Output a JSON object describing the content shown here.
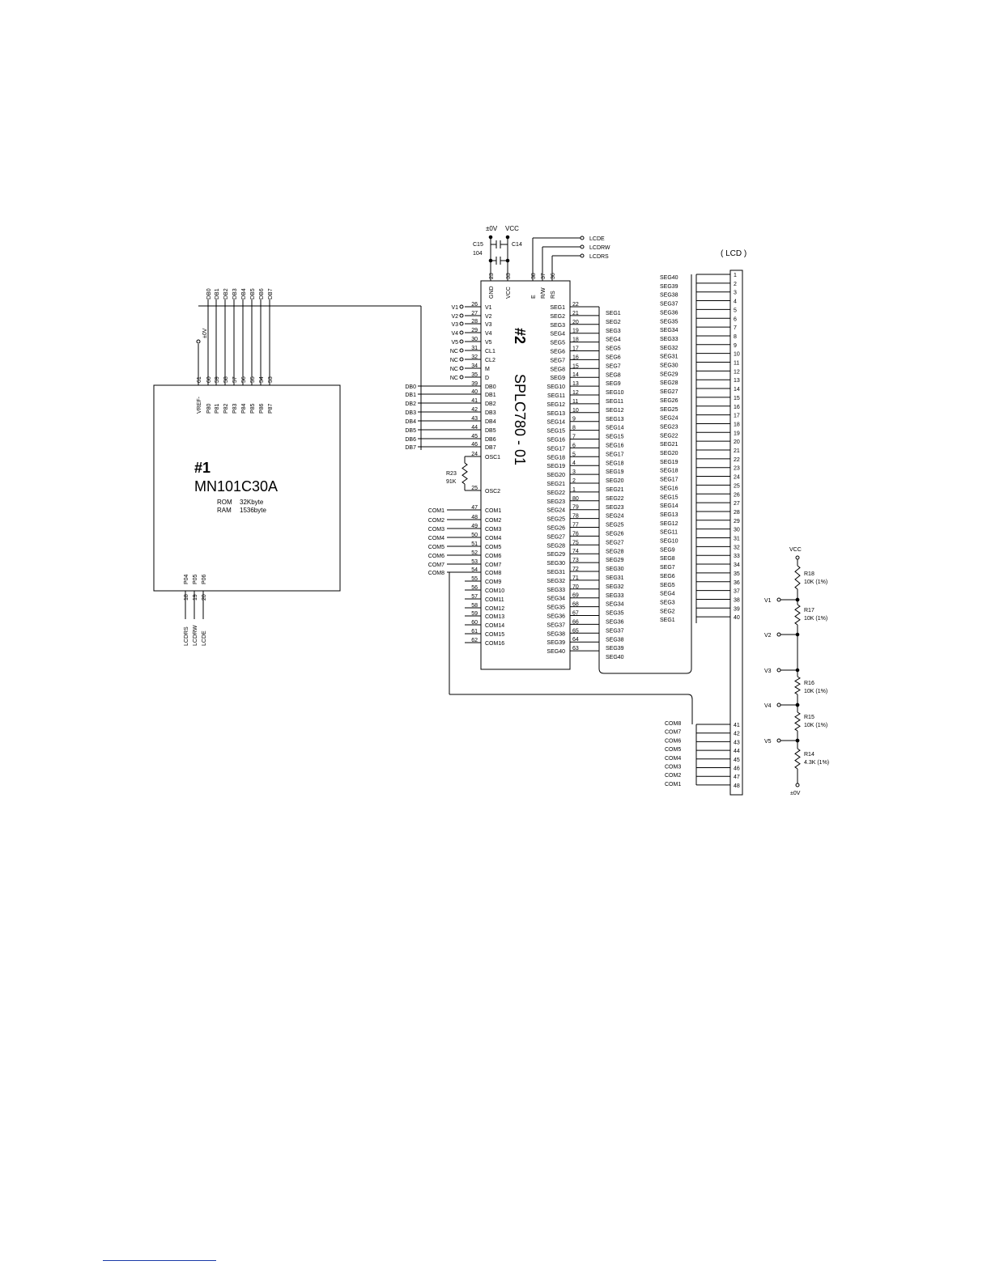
{
  "mcu": {
    "ref": "#1",
    "part": "MN101C30A",
    "mem": [
      {
        "label": "ROM",
        "value": "32Kbyte"
      },
      {
        "label": "RAM",
        "value": "1536byte"
      }
    ],
    "top_pins": [
      {
        "num": "61",
        "name": "VREF-"
      },
      {
        "num": "60",
        "name": "P80"
      },
      {
        "num": "59",
        "name": "P81"
      },
      {
        "num": "58",
        "name": "P82"
      },
      {
        "num": "57",
        "name": "P83"
      },
      {
        "num": "56",
        "name": "P84"
      },
      {
        "num": "55",
        "name": "P85"
      },
      {
        "num": "54",
        "name": "P86"
      },
      {
        "num": "53",
        "name": "P87"
      }
    ],
    "db_labels": [
      "DB0",
      "DB1",
      "DB2",
      "DB3",
      "DB4",
      "DB5",
      "DB6",
      "DB7"
    ],
    "vref_net": "±0V",
    "bottom_pins": [
      {
        "num": "18",
        "name": "P04",
        "net": "LCDRS"
      },
      {
        "num": "19",
        "name": "P05",
        "net": "LCDRW"
      },
      {
        "num": "20",
        "name": "P06",
        "net": "LCDE"
      }
    ]
  },
  "driver": {
    "ref": "#2",
    "part": "SPLC780 - 01",
    "top_pins": [
      {
        "num": "23",
        "name": "GND"
      },
      {
        "num": "33",
        "name": "VCC"
      },
      {
        "num": "38",
        "name": "E"
      },
      {
        "num": "37",
        "name": "R/W"
      },
      {
        "num": "36",
        "name": "RS"
      }
    ],
    "left_pins": [
      {
        "num": "26",
        "name": "V1",
        "net": "V1"
      },
      {
        "num": "27",
        "name": "V2",
        "net": "V2"
      },
      {
        "num": "28",
        "name": "V3",
        "net": "V3"
      },
      {
        "num": "29",
        "name": "V4",
        "net": "V4"
      },
      {
        "num": "30",
        "name": "V5",
        "net": "V5"
      },
      {
        "num": "31",
        "name": "CL1",
        "net": "NC"
      },
      {
        "num": "32",
        "name": "CL2",
        "net": "NC"
      },
      {
        "num": "34",
        "name": "M",
        "net": "NC"
      },
      {
        "num": "35",
        "name": "D",
        "net": "NC"
      },
      {
        "num": "39",
        "name": "DB0",
        "net": "DB0"
      },
      {
        "num": "40",
        "name": "DB1",
        "net": "DB1"
      },
      {
        "num": "41",
        "name": "DB2",
        "net": "DB2"
      },
      {
        "num": "42",
        "name": "DB3",
        "net": "DB3"
      },
      {
        "num": "43",
        "name": "DB4",
        "net": "DB4"
      },
      {
        "num": "44",
        "name": "DB5",
        "net": "DB5"
      },
      {
        "num": "45",
        "name": "DB6",
        "net": "DB6"
      },
      {
        "num": "46",
        "name": "DB7",
        "net": "DB7"
      },
      {
        "num": "24",
        "name": "OSC1",
        "net": ""
      },
      {
        "num": "25",
        "name": "OSC2",
        "net": ""
      },
      {
        "num": "47",
        "name": "COM1",
        "net": "COM1"
      },
      {
        "num": "48",
        "name": "COM2",
        "net": "COM2"
      },
      {
        "num": "49",
        "name": "COM3",
        "net": "COM3"
      },
      {
        "num": "50",
        "name": "COM4",
        "net": "COM4"
      },
      {
        "num": "51",
        "name": "COM5",
        "net": "COM5"
      },
      {
        "num": "52",
        "name": "COM6",
        "net": "COM6"
      },
      {
        "num": "53",
        "name": "COM7",
        "net": "COM7"
      },
      {
        "num": "54",
        "name": "COM8",
        "net": "COM8"
      },
      {
        "num": "55",
        "name": "COM9",
        "net": ""
      },
      {
        "num": "56",
        "name": "COM10",
        "net": ""
      },
      {
        "num": "57",
        "name": "COM11",
        "net": ""
      },
      {
        "num": "58",
        "name": "COM12",
        "net": ""
      },
      {
        "num": "59",
        "name": "COM13",
        "net": ""
      },
      {
        "num": "60",
        "name": "COM14",
        "net": ""
      },
      {
        "num": "61",
        "name": "COM15",
        "net": ""
      },
      {
        "num": "62",
        "name": "COM16",
        "net": ""
      }
    ],
    "right_pins": [
      {
        "num": "22",
        "name": "SEG1"
      },
      {
        "num": "21",
        "name": "SEG2"
      },
      {
        "num": "20",
        "name": "SEG3"
      },
      {
        "num": "19",
        "name": "SEG4"
      },
      {
        "num": "18",
        "name": "SEG5"
      },
      {
        "num": "17",
        "name": "SEG6"
      },
      {
        "num": "16",
        "name": "SEG7"
      },
      {
        "num": "15",
        "name": "SEG8"
      },
      {
        "num": "14",
        "name": "SEG9"
      },
      {
        "num": "13",
        "name": "SEG10"
      },
      {
        "num": "12",
        "name": "SEG11"
      },
      {
        "num": "11",
        "name": "SEG12"
      },
      {
        "num": "10",
        "name": "SEG13"
      },
      {
        "num": "9",
        "name": "SEG14"
      },
      {
        "num": "8",
        "name": "SEG15"
      },
      {
        "num": "7",
        "name": "SEG16"
      },
      {
        "num": "6",
        "name": "SEG17"
      },
      {
        "num": "5",
        "name": "SEG18"
      },
      {
        "num": "4",
        "name": "SEG19"
      },
      {
        "num": "3",
        "name": "SEG20"
      },
      {
        "num": "2",
        "name": "SEG21"
      },
      {
        "num": "1",
        "name": "SEG22"
      },
      {
        "num": "80",
        "name": "SEG23"
      },
      {
        "num": "79",
        "name": "SEG24"
      },
      {
        "num": "78",
        "name": "SEG25"
      },
      {
        "num": "77",
        "name": "SEG26"
      },
      {
        "num": "76",
        "name": "SEG27"
      },
      {
        "num": "75",
        "name": "SEG28"
      },
      {
        "num": "74",
        "name": "SEG29"
      },
      {
        "num": "73",
        "name": "SEG30"
      },
      {
        "num": "72",
        "name": "SEG31"
      },
      {
        "num": "71",
        "name": "SEG32"
      },
      {
        "num": "70",
        "name": "SEG33"
      },
      {
        "num": "69",
        "name": "SEG34"
      },
      {
        "num": "68",
        "name": "SEG35"
      },
      {
        "num": "67",
        "name": "SEG36"
      },
      {
        "num": "66",
        "name": "SEG37"
      },
      {
        "num": "65",
        "name": "SEG38"
      },
      {
        "num": "64",
        "name": "SEG39"
      },
      {
        "num": "63",
        "name": "SEG40"
      }
    ],
    "right_nets": [
      "SEG1",
      "SEG2",
      "SEG3",
      "SEG4",
      "SEG5",
      "SEG6",
      "SEG7",
      "SEG8",
      "SEG9",
      "SEG10",
      "SEG11",
      "SEG12",
      "SEG13",
      "SEG14",
      "SEG15",
      "SEG16",
      "SEG17",
      "SEG18",
      "SEG19",
      "SEG20",
      "SEG21",
      "SEG22",
      "SEG23",
      "SEG24",
      "SEG25",
      "SEG26",
      "SEG27",
      "SEG28",
      "SEG29",
      "SEG30",
      "SEG31",
      "SEG32",
      "SEG33",
      "SEG34",
      "SEG35",
      "SEG36",
      "SEG37",
      "SEG38",
      "SEG39",
      "SEG40"
    ]
  },
  "caps": {
    "gnd": "±0V",
    "vcc": "VCC",
    "c15_name": "C15",
    "c15_value": "104",
    "c14_name": "C14"
  },
  "control_nets": [
    "LCDE",
    "LCDRW",
    "LCDRS"
  ],
  "osc_res": {
    "name": "R23",
    "value": "91K"
  },
  "lcd": {
    "title": "( LCD )",
    "seg_pins": [
      {
        "num": "1",
        "net": "SEG40"
      },
      {
        "num": "2",
        "net": "SEG39"
      },
      {
        "num": "3",
        "net": "SEG38"
      },
      {
        "num": "4",
        "net": "SEG37"
      },
      {
        "num": "5",
        "net": "SEG36"
      },
      {
        "num": "6",
        "net": "SEG35"
      },
      {
        "num": "7",
        "net": "SEG34"
      },
      {
        "num": "8",
        "net": "SEG33"
      },
      {
        "num": "9",
        "net": "SEG32"
      },
      {
        "num": "10",
        "net": "SEG31"
      },
      {
        "num": "11",
        "net": "SEG30"
      },
      {
        "num": "12",
        "net": "SEG29"
      },
      {
        "num": "13",
        "net": "SEG28"
      },
      {
        "num": "14",
        "net": "SEG27"
      },
      {
        "num": "15",
        "net": "SEG26"
      },
      {
        "num": "16",
        "net": "SEG25"
      },
      {
        "num": "17",
        "net": "SEG24"
      },
      {
        "num": "18",
        "net": "SEG23"
      },
      {
        "num": "19",
        "net": "SEG22"
      },
      {
        "num": "20",
        "net": "SEG21"
      },
      {
        "num": "21",
        "net": "SEG20"
      },
      {
        "num": "22",
        "net": "SEG19"
      },
      {
        "num": "23",
        "net": "SEG18"
      },
      {
        "num": "24",
        "net": "SEG17"
      },
      {
        "num": "25",
        "net": "SEG16"
      },
      {
        "num": "26",
        "net": "SEG15"
      },
      {
        "num": "27",
        "net": "SEG14"
      },
      {
        "num": "28",
        "net": "SEG13"
      },
      {
        "num": "29",
        "net": "SEG12"
      },
      {
        "num": "30",
        "net": "SEG11"
      },
      {
        "num": "31",
        "net": "SEG10"
      },
      {
        "num": "32",
        "net": "SEG9"
      },
      {
        "num": "33",
        "net": "SEG8"
      },
      {
        "num": "34",
        "net": "SEG7"
      },
      {
        "num": "35",
        "net": "SEG6"
      },
      {
        "num": "36",
        "net": "SEG5"
      },
      {
        "num": "37",
        "net": "SEG4"
      },
      {
        "num": "38",
        "net": "SEG3"
      },
      {
        "num": "39",
        "net": "SEG2"
      },
      {
        "num": "40",
        "net": "SEG1"
      }
    ],
    "com_pins": [
      {
        "num": "41",
        "net": "COM8"
      },
      {
        "num": "42",
        "net": "COM7"
      },
      {
        "num": "43",
        "net": "COM6"
      },
      {
        "num": "44",
        "net": "COM5"
      },
      {
        "num": "45",
        "net": "COM4"
      },
      {
        "num": "46",
        "net": "COM3"
      },
      {
        "num": "47",
        "net": "COM2"
      },
      {
        "num": "48",
        "net": "COM1"
      }
    ]
  },
  "divider": {
    "top": "VCC",
    "bottom": "±0V",
    "nodes": [
      "V1",
      "V2",
      "V3",
      "V4",
      "V5"
    ],
    "resistors": [
      {
        "name": "R18",
        "value": "10K (1%)"
      },
      {
        "name": "R17",
        "value": "10K (1%)"
      },
      {
        "name": "R16",
        "value": "10K (1%)"
      },
      {
        "name": "R15",
        "value": "10K (1%)"
      },
      {
        "name": "R14",
        "value": "4.3K (1%)"
      }
    ]
  }
}
